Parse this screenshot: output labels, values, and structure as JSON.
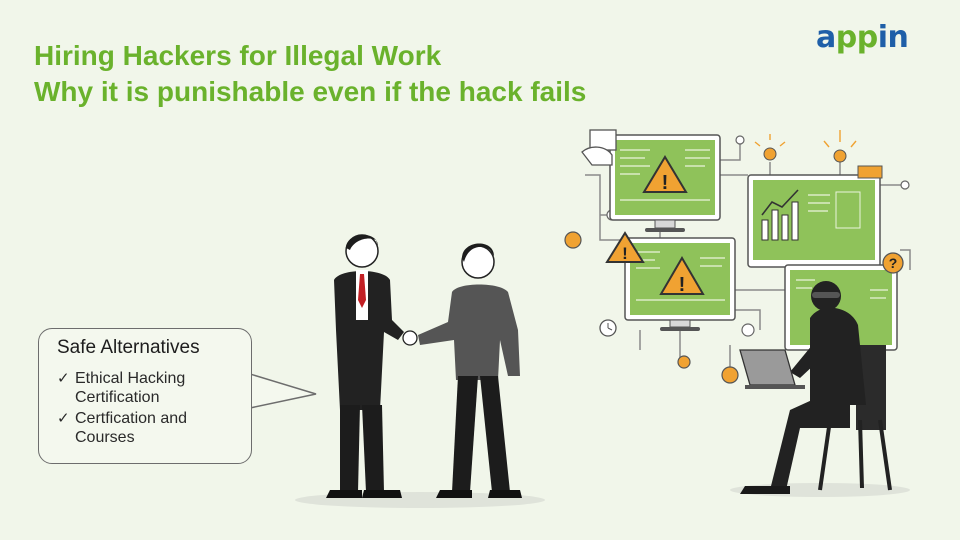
{
  "header": {
    "title_line1": "Hiring Hackers for Illegal Work",
    "title_line2": "Why it is punishable even if the hack fails"
  },
  "brand": {
    "logo_prefix": "a",
    "logo_middle": "pp",
    "logo_suffix": "in",
    "color_blue": "#1f5fa8",
    "color_green": "#6ab22c"
  },
  "callout": {
    "title": "Safe Alternatives",
    "items": [
      {
        "check": "✓",
        "label": "Ethical Hacking Certification"
      },
      {
        "check": "✓",
        "label": "Certfication and Courses"
      }
    ]
  },
  "colors": {
    "accent_green": "#6ab22c",
    "screen_green": "#8fc25a",
    "warning_orange": "#f0a232",
    "background": "#f1f6ea"
  }
}
